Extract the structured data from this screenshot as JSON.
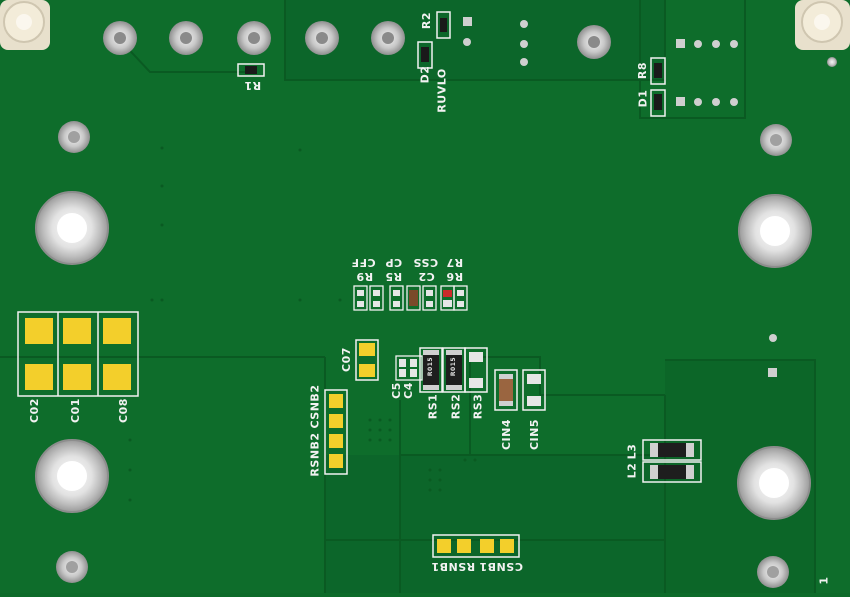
{
  "board": {
    "background_color": "#0d6b2a",
    "silkscreen_color": "#f2f2f2",
    "pad_color": "#f3cf2b",
    "hole_ring_color": "#d9d9d9"
  },
  "labels": {
    "r1": "R1",
    "r2": "R2",
    "d2": "D2",
    "ruvlo": "RUVLO",
    "r8": "R8",
    "d1": "D1",
    "cff": "CFF",
    "r9": "R9",
    "cp": "CP",
    "r5": "R5",
    "css": "CSS",
    "c2": "C2",
    "r7": "R7",
    "r6": "R6",
    "c07": "C07",
    "c5": "C5",
    "c4": "C4",
    "rs1": "RS1",
    "rs2": "RS2",
    "rs3": "RS3",
    "cin4": "CIN4",
    "cin5": "CIN5",
    "rsnb2": "RSNB2",
    "csnb2": "CSNB2",
    "c02": "C02",
    "c01": "C01",
    "c08": "C08",
    "l3": "L3",
    "l2": "L2",
    "rsnb1": "RSNB1",
    "csnb1": "CSNB1",
    "pin1": "1"
  },
  "parts": {
    "rs1_marking": "R015",
    "rs2_marking": "R015"
  }
}
